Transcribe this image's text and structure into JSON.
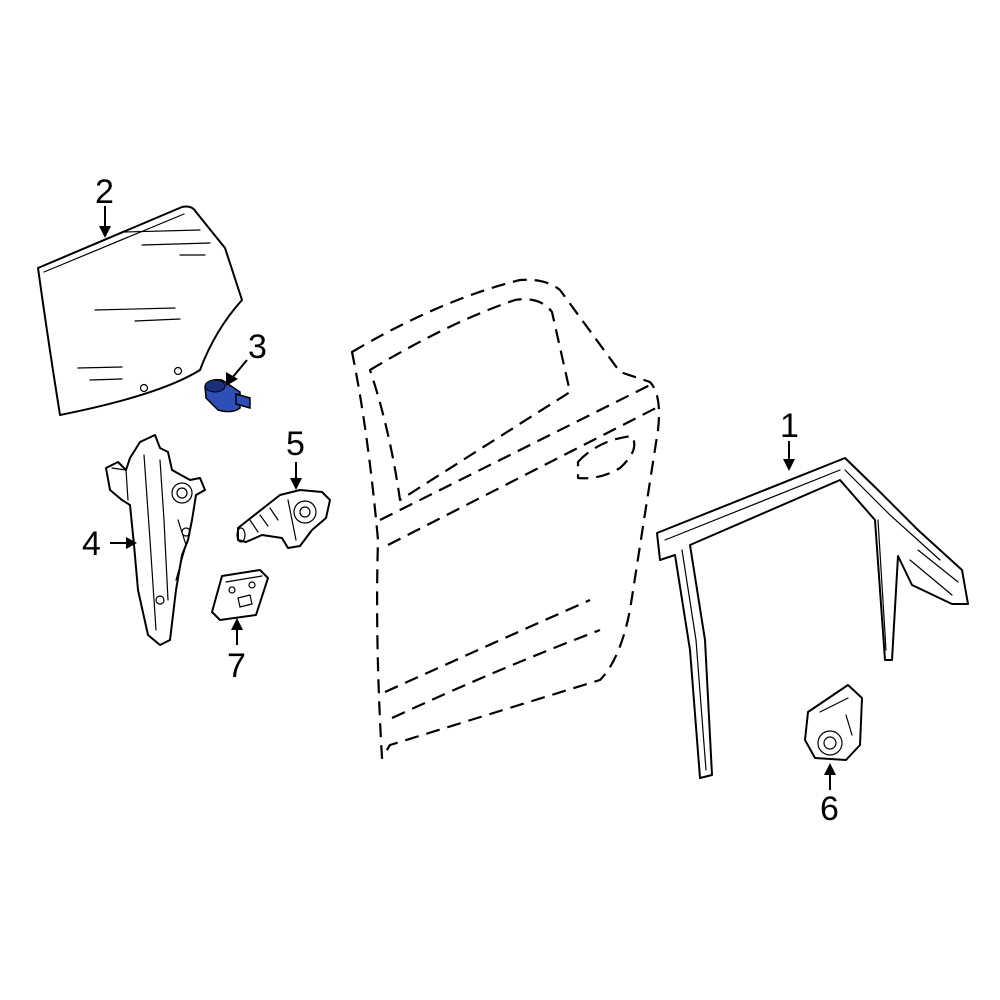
{
  "callouts": {
    "c1": "1",
    "c2": "2",
    "c3": "3",
    "c4": "4",
    "c5": "5",
    "c6": "6",
    "c7": "7"
  },
  "colors": {
    "highlight": "#2f4fb8",
    "highlight_dark": "#1c2f7a",
    "line": "#000000",
    "background": "#ffffff"
  }
}
